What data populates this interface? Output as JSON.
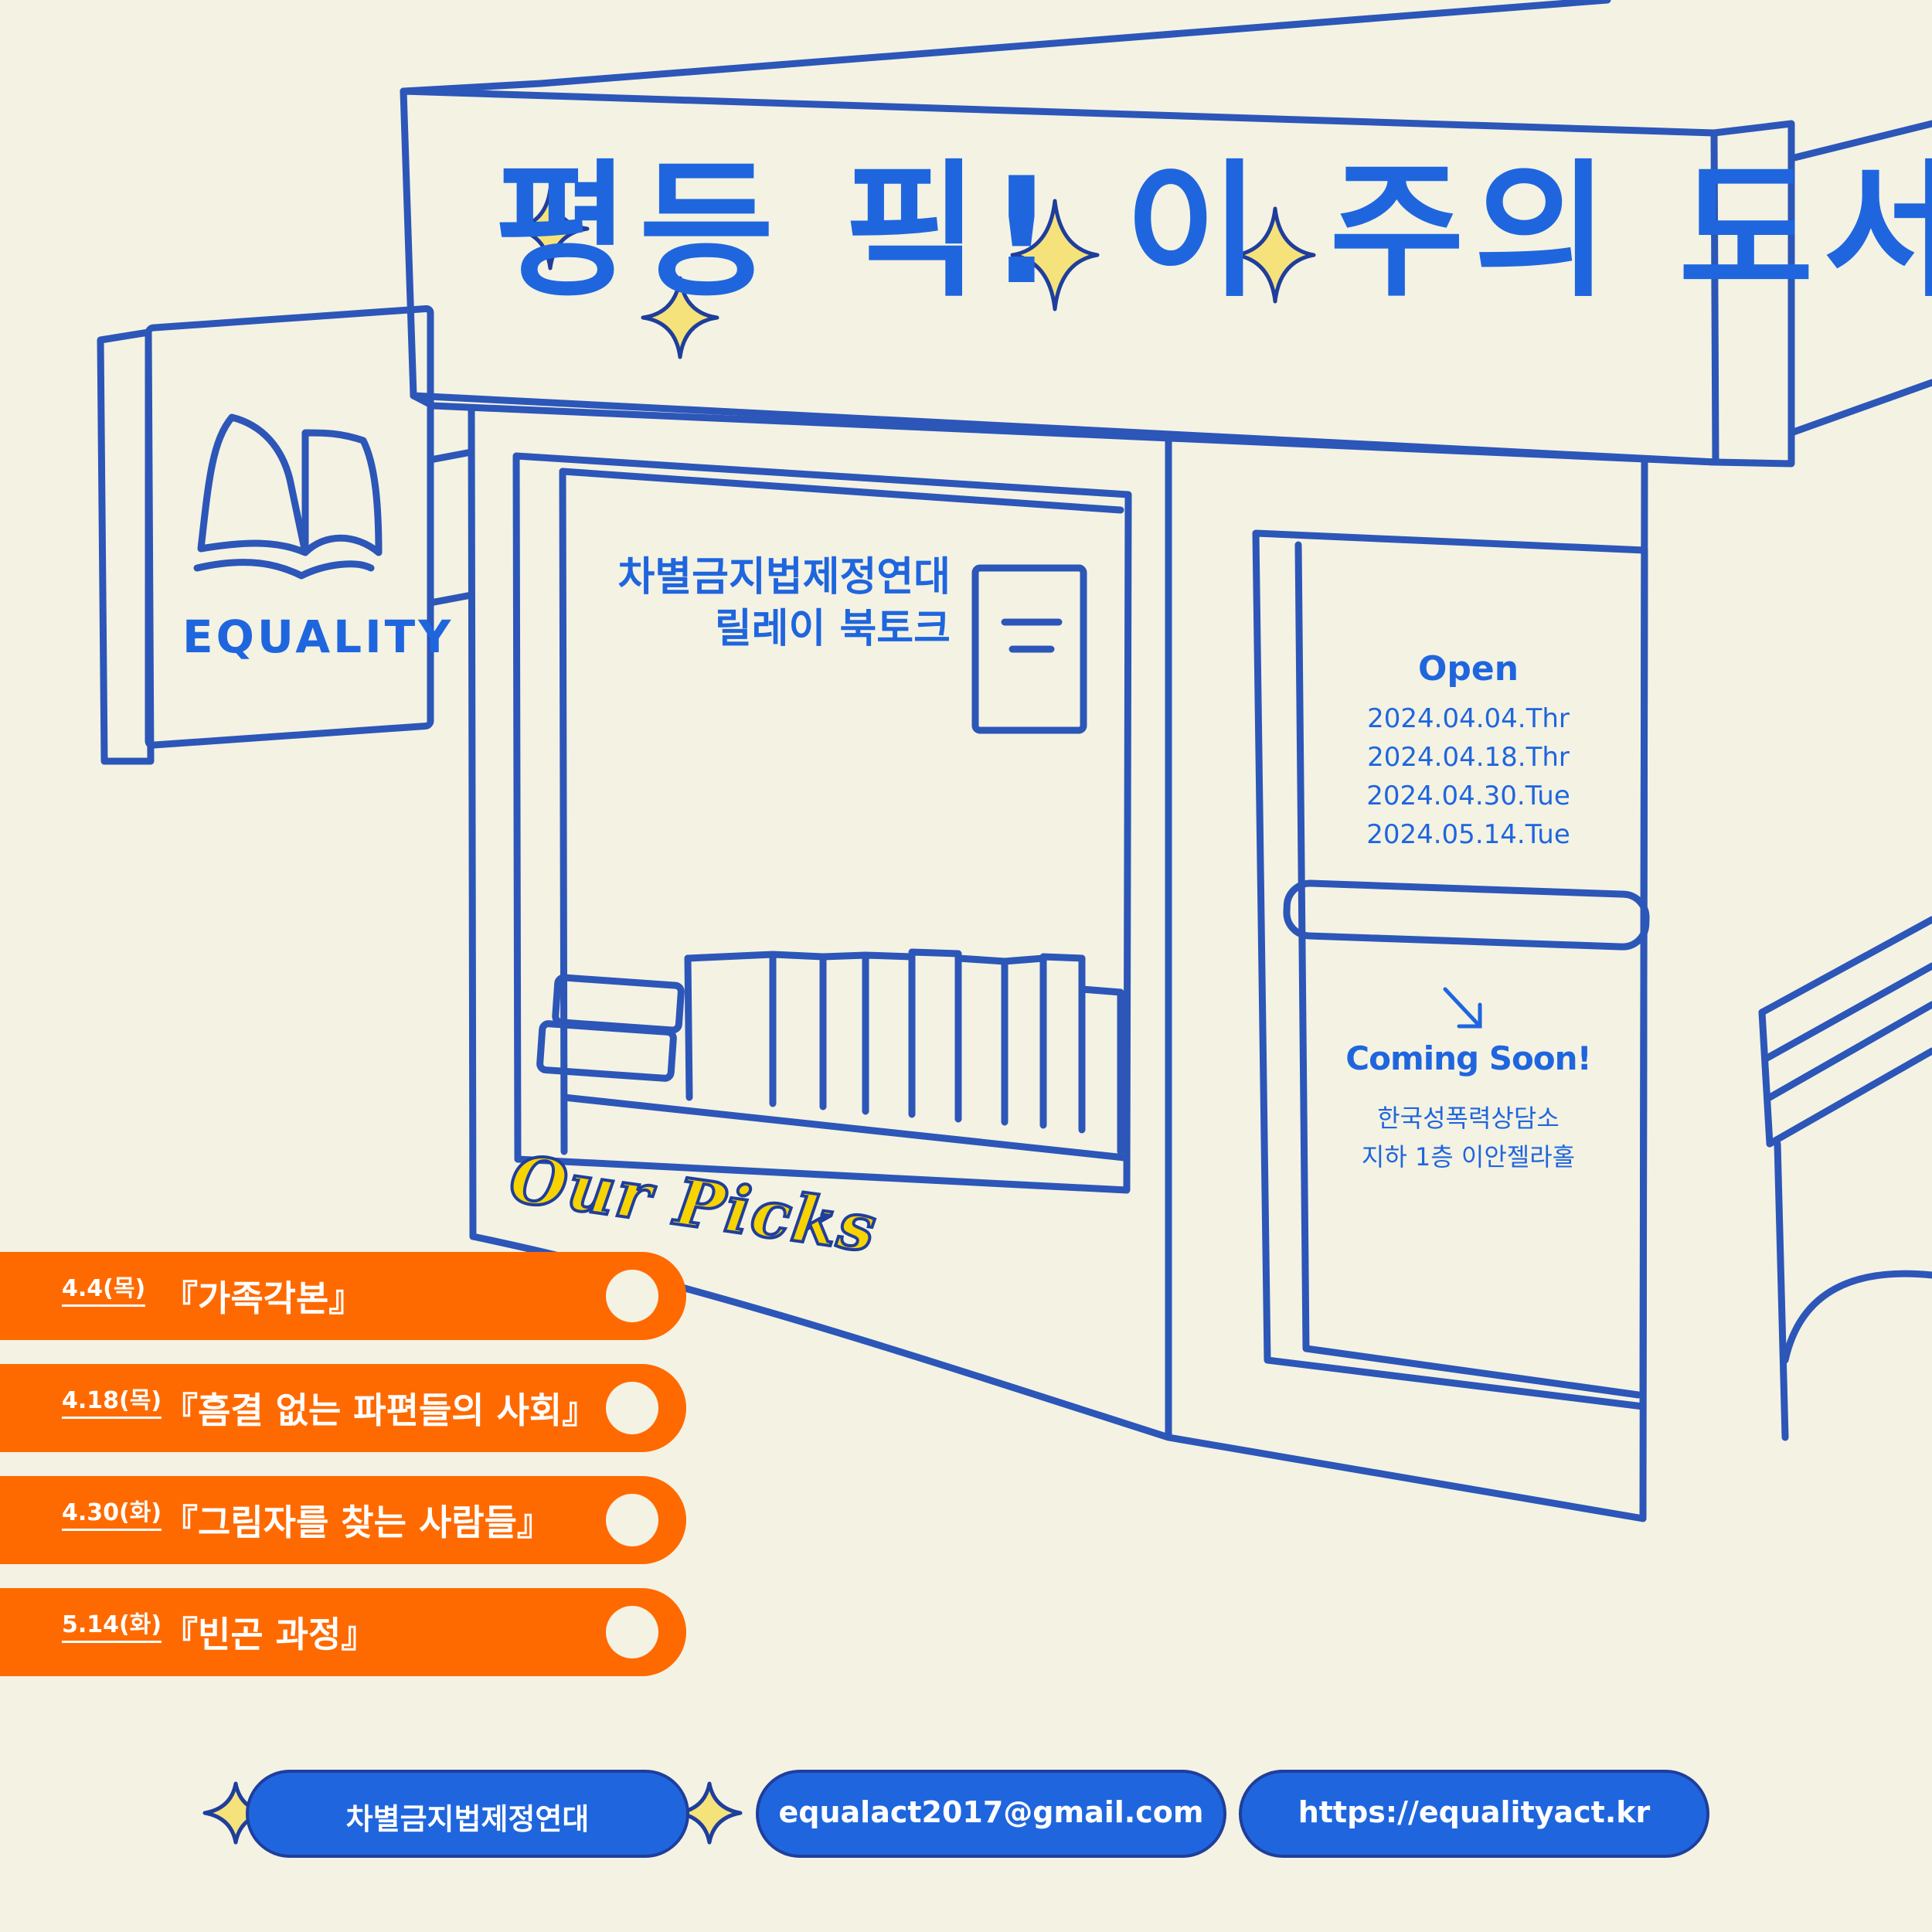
{
  "poster": {
    "title": "평등 픽! 이 주의 도서",
    "sign_brand": "EQUALITY",
    "relay": {
      "line1": "차별금지법제정연대",
      "line2": "릴레이 북토크"
    },
    "open": {
      "label": "Open",
      "dates": [
        "2024.04.04.Thr",
        "2024.04.18.Thr",
        "2024.04.30.Tue",
        "2024.05.14.Tue"
      ]
    },
    "coming": {
      "label": "Coming Soon!",
      "venue_line1": "한국성폭력상담소",
      "venue_line2": "지하 1층 이안젤라홀"
    },
    "picks_label": "Our Picks",
    "books": [
      {
        "date": "4.4(목)",
        "title": "『가족각본』"
      },
      {
        "date": "4.18(목)",
        "title": "『흠결 없는 파편들의 사회』"
      },
      {
        "date": "4.30(화)",
        "title": "『그림자를 찾는 사람들』"
      },
      {
        "date": "5.14(화)",
        "title": "『빈곤 과정』"
      }
    ],
    "footer": {
      "org": "차별금지법제정연대",
      "email": "equalact2017@gmail.com",
      "url": "https://equalityact.kr"
    }
  },
  "colors": {
    "background": "#f4f2e3",
    "line_blue": "#2c56b8",
    "accent_blue": "#1f66de",
    "orange": "#ff6a00",
    "star_yellow": "#f6e27a",
    "picks_yellow": "#f7d300"
  }
}
